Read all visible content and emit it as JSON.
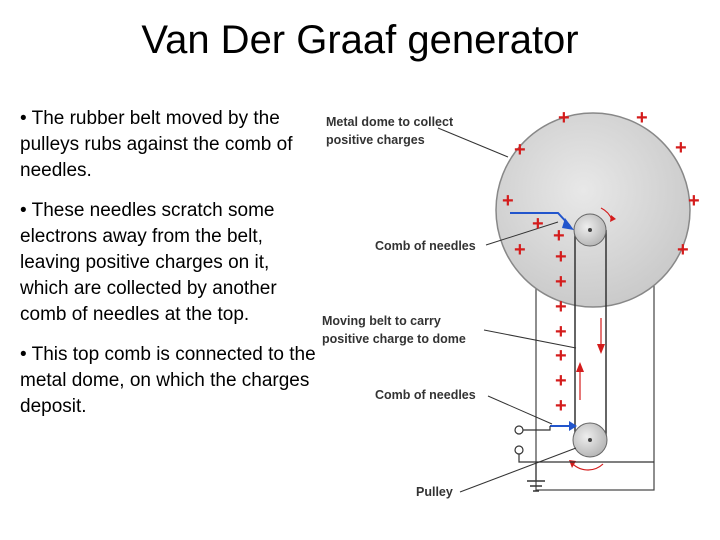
{
  "slide": {
    "title": "Van Der Graaf generator",
    "bullets": [
      "• The rubber belt moved by the pulleys rubs against the comb of needles.",
      "• These needles scratch some electrons away from the belt, leaving positive charges on it, which are collected by another comb of needles at the top.",
      "• This top comb is connected to the metal dome, on which the charges deposit."
    ]
  },
  "diagram": {
    "labels": {
      "dome_line1": "Metal dome to collect",
      "dome_line2": "positive charges",
      "top_comb": "Comb of needles",
      "belt_line1": "Moving belt to carry",
      "belt_line2": "positive charge to dome",
      "bottom_comb": "Comb of needles",
      "pulley": "Pulley"
    },
    "charge_symbol": "+",
    "colors": {
      "charge": "#d41c1c",
      "comb": "#2255cc",
      "dome": "#d4d4d4"
    }
  }
}
